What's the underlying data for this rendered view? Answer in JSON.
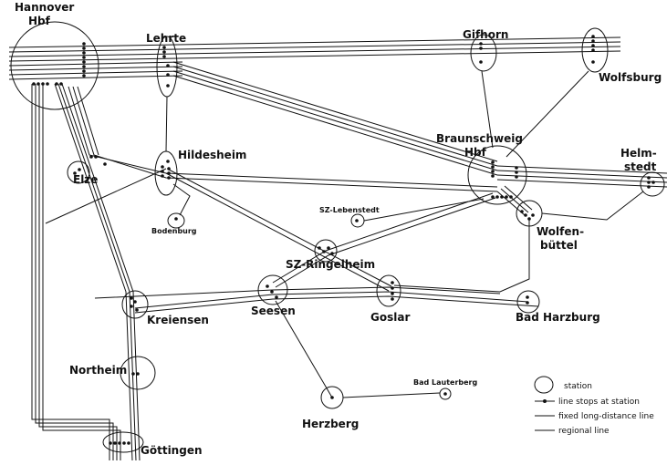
{
  "stations": {
    "hannover": {
      "line1": "Hannover",
      "line2": "Hbf"
    },
    "lehrte": "Lehrte",
    "gifhorn": "Gifhorn",
    "wolfsburg": "Wolfsburg",
    "braunschweig": {
      "line1": "Braunschweig",
      "line2": "Hbf"
    },
    "helmstedt": {
      "line1": "Helm-",
      "line2": "stedt"
    },
    "hildesheim": "Hildesheim",
    "elze": "Elze",
    "bodenburg": "Bodenburg",
    "sz_lebenstedt": "SZ-Lebenstedt",
    "wolfenbuettel": {
      "line1": "Wolfen-",
      "line2": "büttel"
    },
    "sz_ringelheim": "SZ-Ringelheim",
    "kreiensen": "Kreiensen",
    "seesen": "Seesen",
    "goslar": "Goslar",
    "bad_harzburg": "Bad Harzburg",
    "northeim": "Northeim",
    "bad_lauterberg": "Bad Lauterberg",
    "herzberg": "Herzberg",
    "goettingen": "Göttingen"
  },
  "legend": {
    "station": "station",
    "line_stops": "line stops at station",
    "fixed_line": "fixed long-distance line",
    "regional_line": "regional line"
  }
}
